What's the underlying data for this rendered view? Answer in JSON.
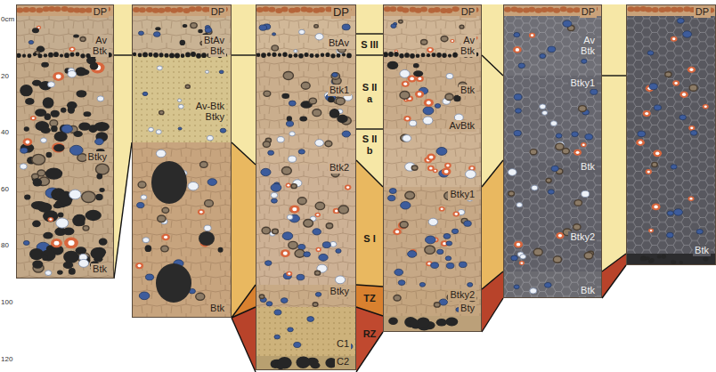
{
  "diagram": {
    "nodes": [
      {
        "text": [
          "DP",
          "Av",
          "Btk",
          "Btky",
          "Btk"
        ]
      },
      {
        "text": [
          "DP",
          "BtAv",
          "Btk",
          "Av-Btk",
          "Btky",
          "Btk"
        ]
      },
      {
        "text": [
          "DP",
          "BtAv",
          "Btk1",
          "Btk2",
          "Btky",
          "C1",
          "C2"
        ]
      },
      {
        "text": [
          "DP",
          "Av",
          "Btk",
          "Btk",
          "AvBtk",
          "Btky1",
          "Btky2",
          "Bty"
        ]
      },
      {
        "text": [
          "DP",
          "Av",
          "Btk",
          "Btky1",
          "Btk",
          "Btky2",
          "Btk"
        ]
      },
      {
        "text": [
          "DP",
          "Btk"
        ]
      }
    ],
    "labels": [
      "0cm",
      "20",
      "40",
      "60",
      "80",
      "100",
      "120",
      "S III",
      "S II a",
      "S II b",
      "S I",
      "TZ",
      "RZ"
    ]
  }
}
